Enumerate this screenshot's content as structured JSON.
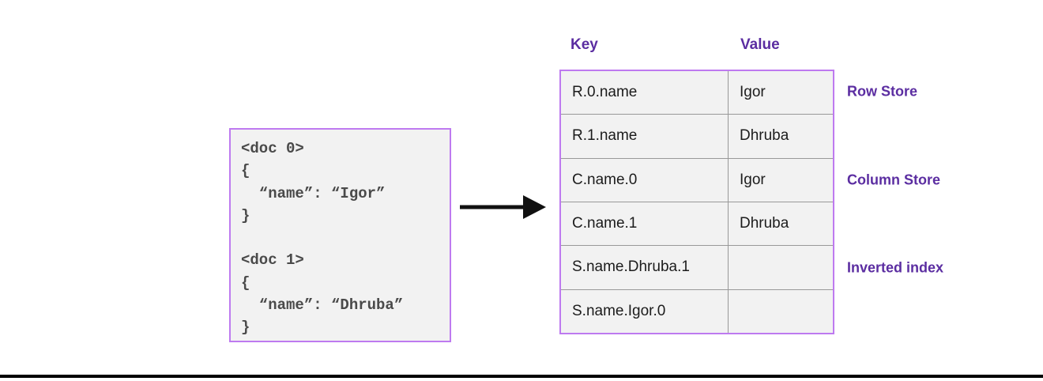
{
  "code_box": {
    "lines": [
      "<doc 0>",
      "{",
      "  “name”: “Igor”",
      "}",
      "",
      "<doc 1>",
      "{",
      "  “name”: “Dhruba”",
      "}"
    ]
  },
  "arrow": {
    "name": "right-arrow"
  },
  "table": {
    "headers": {
      "key": "Key",
      "value": "Value"
    },
    "rows": [
      {
        "key": "R.0.name",
        "value": "Igor"
      },
      {
        "key": "R.1.name",
        "value": "Dhruba"
      },
      {
        "key": "C.name.0",
        "value": "Igor"
      },
      {
        "key": "C.name.1",
        "value": "Dhruba"
      },
      {
        "key": "S.name.Dhruba.1",
        "value": ""
      },
      {
        "key": "S.name.Igor.0",
        "value": ""
      }
    ]
  },
  "annotations": [
    {
      "label": "Row Store"
    },
    {
      "label": "Column Store"
    },
    {
      "label": "Inverted index"
    }
  ],
  "colors": {
    "accent_text_purple": "#5b2da1",
    "border_purple": "#be7af0",
    "box_background": "#f2f2f2",
    "grid_line": "#999999",
    "code_text": "#4a4a4a",
    "cell_text": "#1c1c1c",
    "arrow_black": "#111111",
    "bottom_rule_black": "#000000"
  }
}
